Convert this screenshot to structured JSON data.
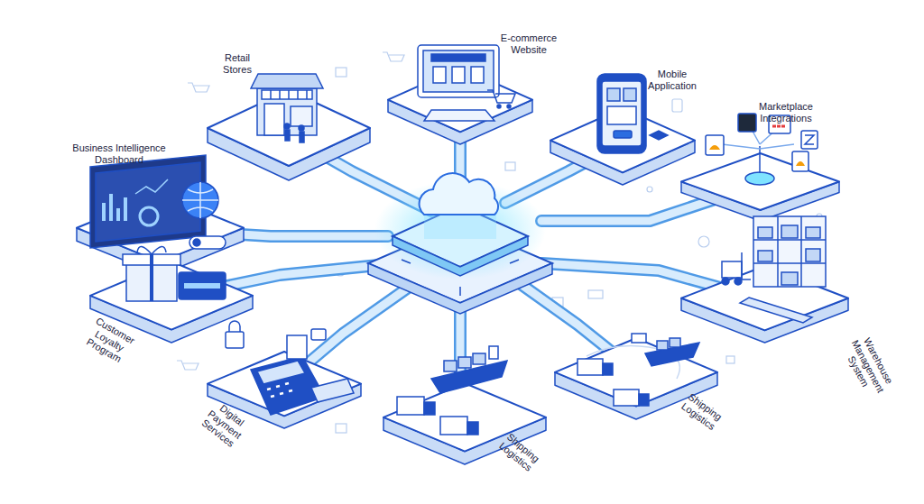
{
  "diagram": {
    "nodes": [
      {
        "text": [
          "Retail Stores"
        ]
      },
      {
        "text": [
          "E-commerce Website"
        ]
      },
      {
        "text": [
          "Mobile Application"
        ]
      },
      {
        "text": [
          "Marketplace Integrations"
        ]
      },
      {
        "text": [
          "Business Intelligence Dashboard"
        ]
      },
      {
        "text": [
          "Customer Loyalty Program"
        ]
      },
      {
        "text": [
          "Warehouse Management System"
        ]
      },
      {
        "text": [
          "Digital Payment Services"
        ]
      },
      {
        "text": [
          "Shipping Logistics"
        ]
      },
      {
        "text": [
          "Shipping Logistics"
        ]
      }
    ]
  }
}
